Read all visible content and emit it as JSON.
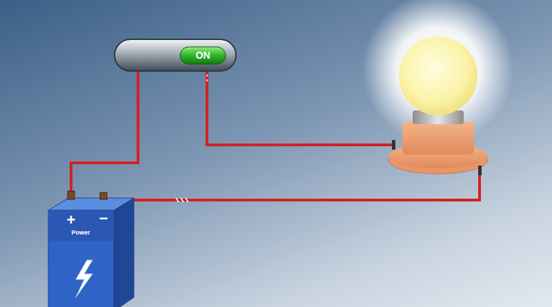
{
  "diagram": {
    "nodes": [
      {
        "text": [
          "ON"
        ]
      },
      {
        "text": [
          "+",
          "−",
          "Power"
        ]
      }
    ],
    "edges": [
      {
        "from": 1,
        "to": 0,
        "arrow": "none"
      }
    ]
  }
}
